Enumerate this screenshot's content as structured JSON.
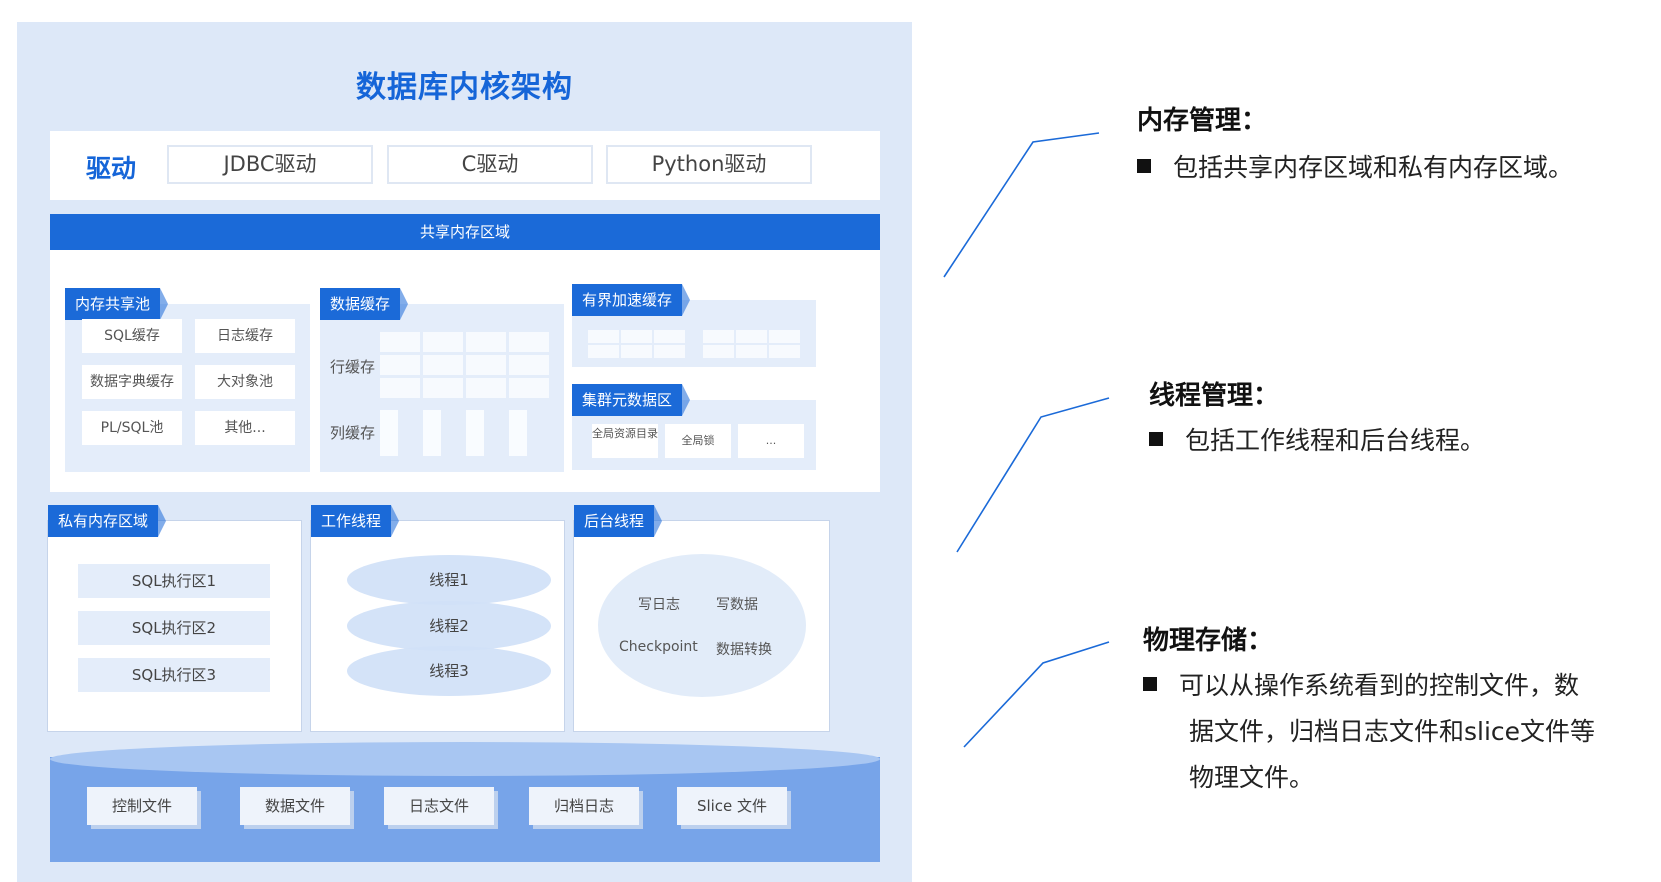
{
  "diagram": {
    "title": "数据库内核架构",
    "driver": {
      "label": "驱动",
      "items": [
        "JDBC驱动",
        "C驱动",
        "Python驱动"
      ]
    },
    "shared_memory": {
      "title": "共享内存区域",
      "memory_pool": {
        "title": "内存共享池",
        "items": [
          "SQL缓存",
          "日志缓存",
          "数据字典缓存",
          "大对象池",
          "PL/SQL池",
          "其他..."
        ]
      },
      "data_cache": {
        "title": "数据缓存",
        "row_label": "行缓存",
        "col_label": "列缓存"
      },
      "bounded_cache": {
        "title": "有界加速缓存"
      },
      "cluster_meta": {
        "title": "集群元数据区",
        "items": [
          "全局资源目录",
          "全局锁",
          "..."
        ]
      }
    },
    "private_memory": {
      "title": "私有内存区域",
      "items": [
        "SQL执行区1",
        "SQL执行区2",
        "SQL执行区3"
      ]
    },
    "work_threads": {
      "title": "工作线程",
      "items": [
        "线程1",
        "线程2",
        "线程3"
      ]
    },
    "background_threads": {
      "title": "后台线程",
      "items": [
        "写日志",
        "写数据",
        "Checkpoint",
        "数据转换"
      ]
    },
    "storage": {
      "files": [
        "控制文件",
        "数据文件",
        "日志文件",
        "归档日志",
        "Slice 文件"
      ]
    }
  },
  "notes": [
    {
      "title": "内存管理：",
      "text": "包括共享内存区域和私有内存区域。"
    },
    {
      "title": "线程管理：",
      "text": "包括工作线程和后台线程。"
    },
    {
      "title": "物理存储：",
      "lines": [
        "可以从操作系统看到的控制文件，数",
        "据文件，归档日志文件和slice文件等",
        "物理文件。"
      ]
    }
  ],
  "colors": {
    "accent": "#1b6ad8",
    "title": "#1565d8",
    "panel_bg": "#dde8f8",
    "storage": "#77a4e9"
  }
}
